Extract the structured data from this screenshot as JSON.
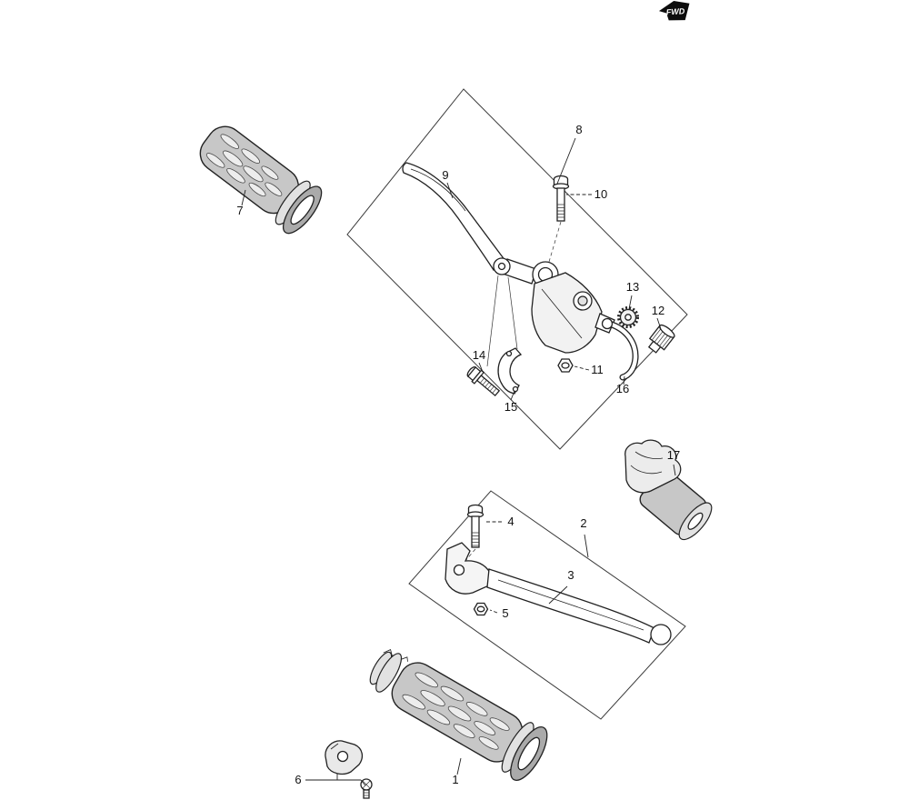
{
  "fwd": {
    "label": "FWD"
  },
  "parts": {
    "p1": "1",
    "p2": "2",
    "p3": "3",
    "p4": "4",
    "p5": "5",
    "p6": "6",
    "p7": "7",
    "p8": "8",
    "p9": "9",
    "p10": "10",
    "p11": "11",
    "p12": "12",
    "p13": "13",
    "p14": "14",
    "p15": "15",
    "p16": "16",
    "p17": "17"
  }
}
